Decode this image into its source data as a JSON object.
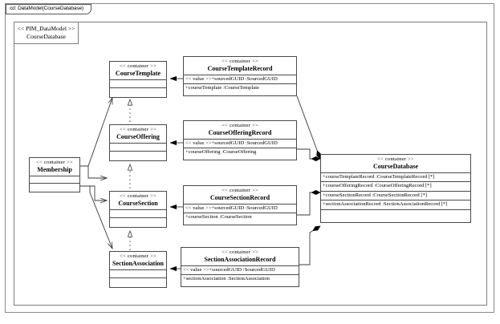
{
  "frame": {
    "tab_label": "cd: DataModel(CourseDatabase)"
  },
  "package": {
    "stereotype": "<< PIM_DataModel >>",
    "name": "CourseDatabase"
  },
  "stereotypes": {
    "container": "<< container >>",
    "value": "<< value >>"
  },
  "classes": {
    "membership": {
      "stereotype": "<< container >>",
      "name": "Membership",
      "compartments": [
        "",
        ""
      ]
    },
    "course_template": {
      "stereotype": "<< container >>",
      "name": "CourseTemplate",
      "compartments": [
        "",
        ""
      ]
    },
    "course_offering": {
      "stereotype": "<< container >>",
      "name": "CourseOffering",
      "compartments": [
        "",
        ""
      ]
    },
    "course_section": {
      "stereotype": "<< container >>",
      "name": "CourseSection",
      "compartments": [
        "",
        ""
      ]
    },
    "section_association": {
      "stereotype": "<< container >>",
      "name": "SectionAssociation",
      "compartments": [
        "",
        ""
      ]
    },
    "course_template_record": {
      "stereotype": "<< container >>",
      "name": "CourseTemplateRecord",
      "attributes": [
        "<< value >>+sourcedGUID :SourcedGUID",
        "+courseTemplate :CourseTemplate"
      ]
    },
    "course_offering_record": {
      "stereotype": "<< container >>",
      "name": "CourseOfferingRecord",
      "attributes": [
        "<< value >>+sourcedGUID :SourcedGUID",
        "+courseOffering :CourseOffering"
      ]
    },
    "course_section_record": {
      "stereotype": "<< container >>",
      "name": "CourseSectionRecord",
      "attributes": [
        "<< value >>+sourcedGUID :SourcedGUID",
        "+courseSection :CourseSection"
      ]
    },
    "section_association_record": {
      "stereotype": "<< container >>",
      "name": "SectionAssociationRecord",
      "attributes": [
        "<< value >>+sourcedGUID :SourcedGUID",
        "+sectionAssociation :SectionAssociation"
      ]
    },
    "course_database": {
      "stereotype": "<< container >>",
      "name": "CourseDatabase",
      "attributes": [
        "+courseTemplateRecord :CourseTemplateRecord [*]",
        "+courseOfferingRecord :CourseOfferingRecord [*]",
        "+courseSectionRecord :CourseSectionRecord [*]",
        "+sectionAssociationRecord  :SectionAssociationRecord [*]"
      ]
    }
  },
  "colors": {
    "line": "#4a4a4a",
    "frame": "#8a8a8a",
    "background": "#ffffff"
  }
}
